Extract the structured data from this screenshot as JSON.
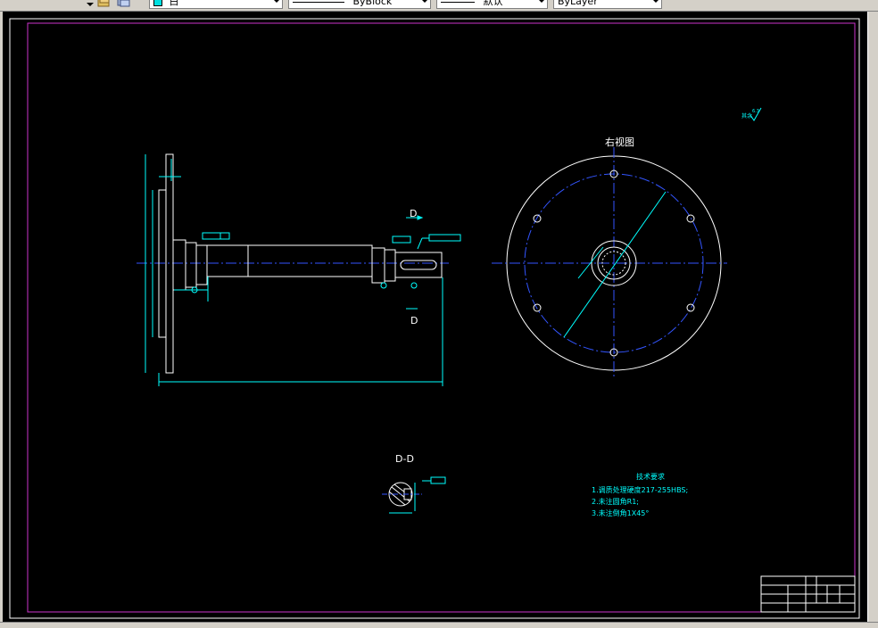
{
  "toolbar": {
    "color_combo": "白",
    "linetype_combo": "ByBlock",
    "lineweight_combo": "默认",
    "plotstyle_combo": "ByLayer"
  },
  "drawing": {
    "right_view_label": "右视图",
    "section_label_d": "D",
    "section_view_label": "D-D",
    "roughness_note": "其余",
    "roughness_value": "6.3",
    "tech_title": "技术要求",
    "tech_items": [
      "1.调质处理硬度217-255HBS;",
      "2.未注圆角R1;",
      "3.未注倒角1X45°"
    ]
  },
  "colors": {
    "canvas_bg": "#000000",
    "frame": "#cc33cc",
    "outline": "#ffffff",
    "dimension": "#00ffff",
    "center_line": "#3355ff"
  }
}
